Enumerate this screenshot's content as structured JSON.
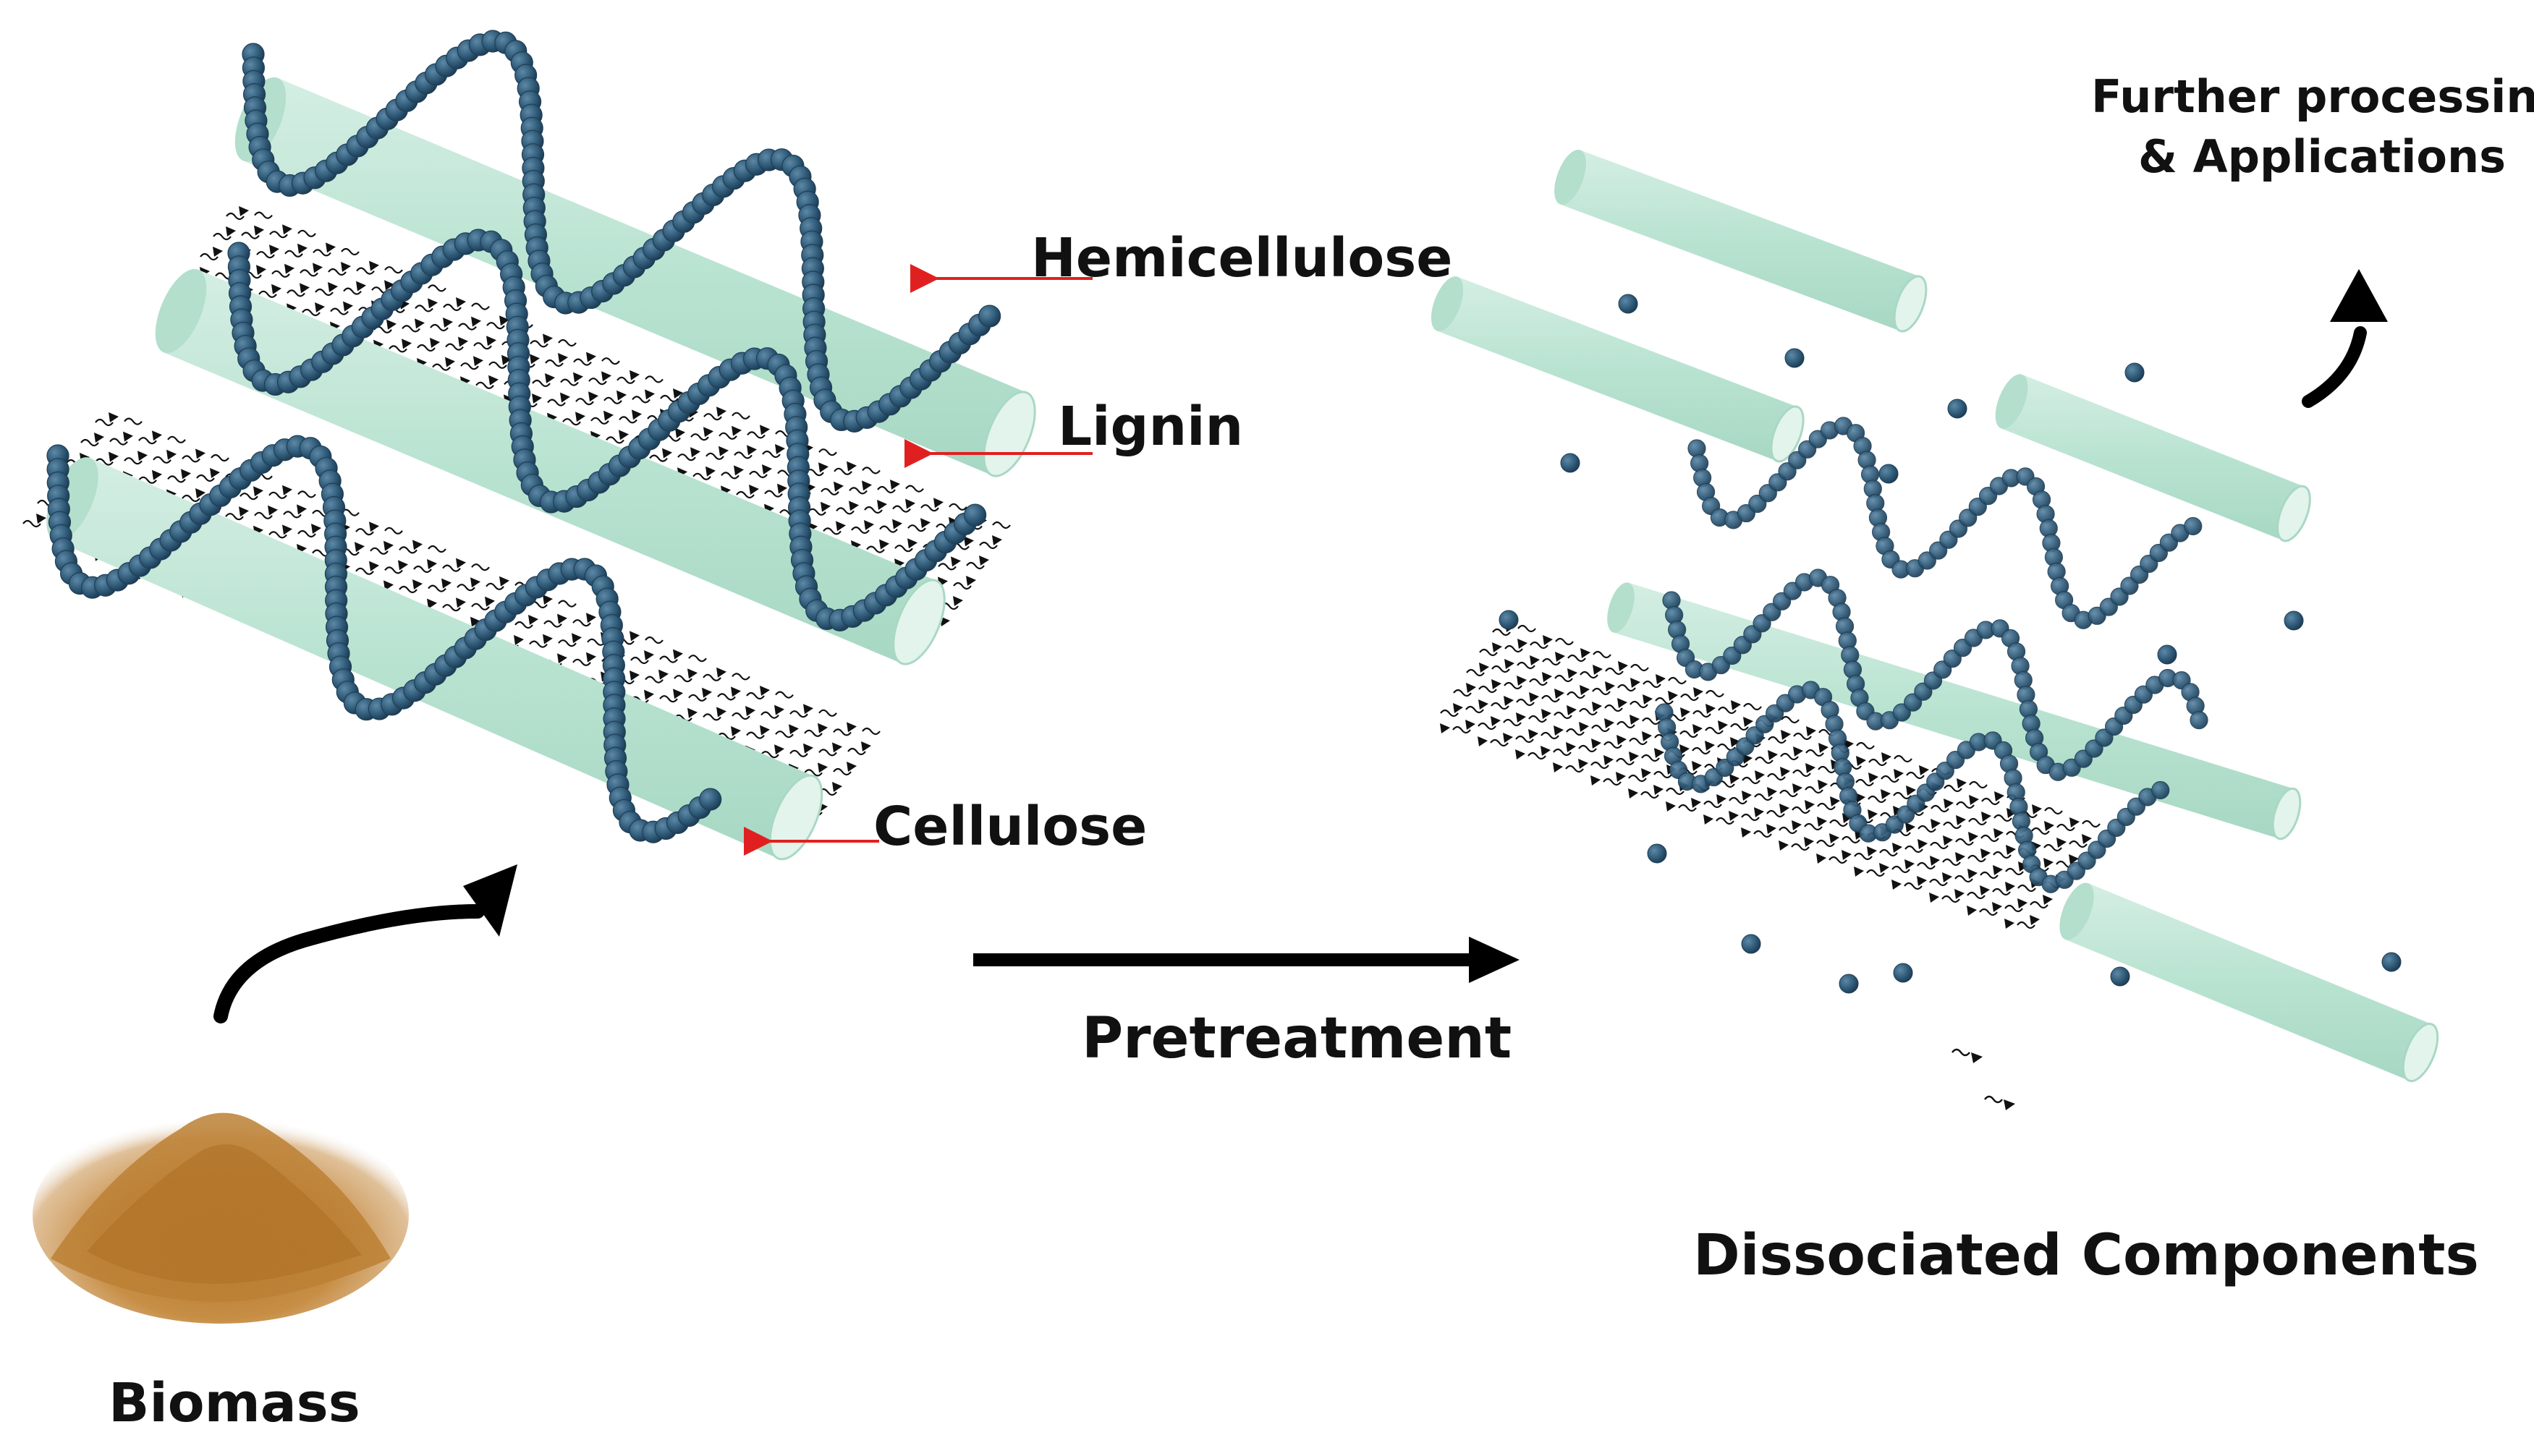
{
  "labels": {
    "hemicellulose": "Hemicellulose",
    "lignin": "Lignin",
    "cellulose": "Cellulose",
    "pretreatment": "Pretreatment",
    "biomass": "Biomass",
    "dissociated": "Dissociated Components",
    "further_line1": "Further processing",
    "further_line2": "& Applications"
  },
  "colors": {
    "cellulose_fill": "#bfe6d6",
    "cellulose_end": "#e3f4ec",
    "hemicellulose_bead": "#2f5a78",
    "hemicellulose_bead_dark": "#1f3f57",
    "lignin_mark": "#111111",
    "pointer_red": "#e02020",
    "biomass": "#c98b3c",
    "arrow": "#000000"
  },
  "icons": {
    "biomass": "biomass-pile-icon",
    "process_arrow": "arrow-right-icon",
    "curved_arrow": "curved-arrow-icon"
  }
}
